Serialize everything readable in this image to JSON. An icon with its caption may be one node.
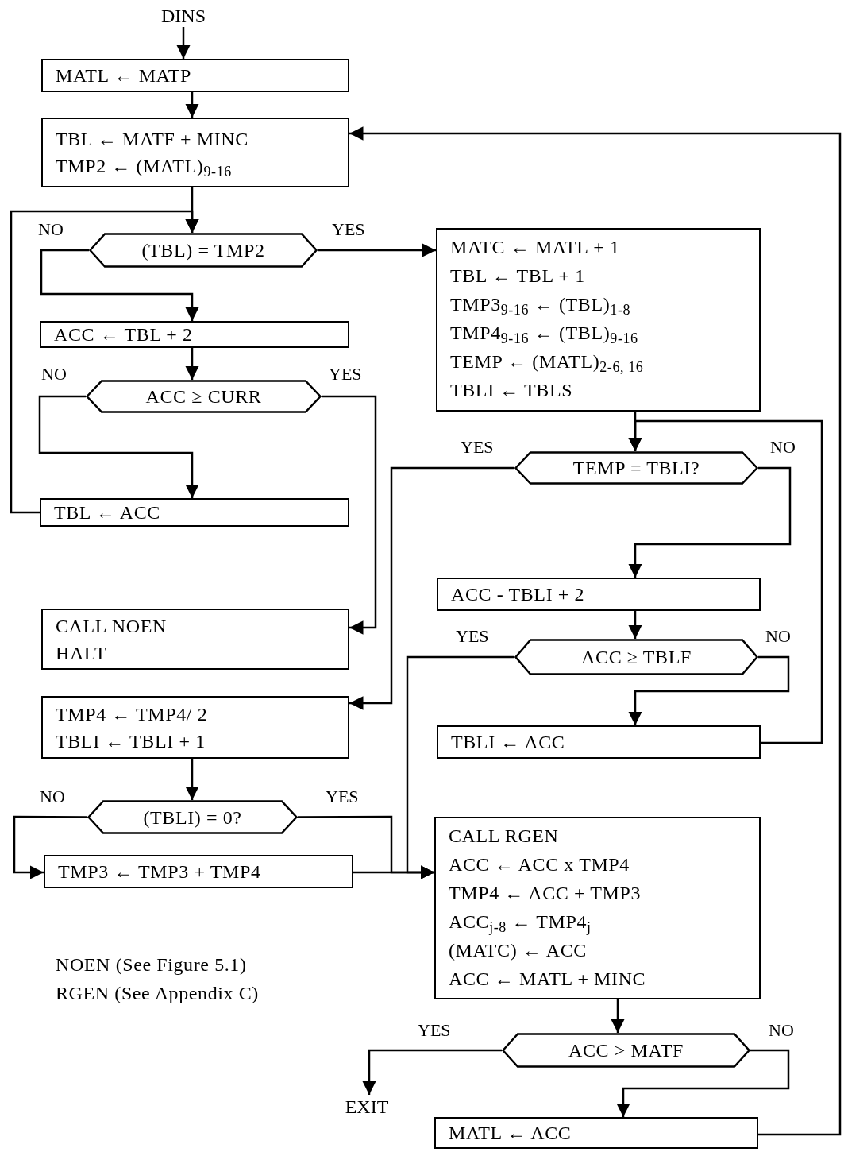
{
  "diagram": {
    "nodes": [
      {
        "text": [
          "DINS"
        ]
      },
      {
        "text": [
          "MATL ← MATP"
        ]
      },
      {
        "text": [
          "TBL ← MATF + MINC",
          "TMP2 ← (MATL)$_{9-16}$"
        ]
      },
      {
        "text": [
          "(TBL) = TMP2"
        ]
      },
      {
        "text": [
          "ACC ← TBL + 2"
        ]
      },
      {
        "text": [
          "ACC ≥ CURR"
        ]
      },
      {
        "text": [
          "TBL ← ACC"
        ]
      },
      {
        "text": [
          "CALL NOEN",
          "HALT"
        ]
      },
      {
        "text": [
          "TMP4 ← TMP4/ 2",
          "TBLI ← TBLI + 1"
        ]
      },
      {
        "text": [
          "(TBLI) = 0?"
        ]
      },
      {
        "text": [
          "TMP3 ← TMP3 + TMP4"
        ]
      },
      {
        "text": [
          "MATC ← MATL + 1",
          "TBL ← TBL + 1",
          "TMP3$_{9-16}$ ← (TBL)$_{1-8}$",
          "TMP4$_{9-16}$ ← (TBL)$_{9-16}$",
          "TEMP ← (MATL)$_{2-6, 16}$",
          "TBLI ← TBLS"
        ]
      },
      {
        "text": [
          "TEMP = TBLI?"
        ]
      },
      {
        "text": [
          "ACC - TBLI + 2"
        ]
      },
      {
        "text": [
          "ACC ≥ TBLF"
        ]
      },
      {
        "text": [
          "TBLI ← ACC"
        ]
      },
      {
        "text": [
          "CALL RGEN",
          "ACC ← ACC x TMP4",
          "TMP4 ← ACC + TMP3",
          "ACC$_{j-8}$ ← TMP4$_{j}$",
          "(MATC) ← ACC",
          "ACC ← MATL + MINC"
        ]
      },
      {
        "text": [
          "ACC > MATF"
        ]
      },
      {
        "text": [
          "EXIT"
        ]
      },
      {
        "text": [
          "MATL ← ACC"
        ]
      }
    ],
    "edges": [
      {
        "from": 0,
        "to": 1,
        "arrow": "to"
      },
      {
        "from": 1,
        "to": 2,
        "arrow": "to"
      },
      {
        "from": 2,
        "to": 3,
        "arrow": "to"
      },
      {
        "from": 3,
        "to": 4,
        "arrow": "to",
        "label": "NO"
      },
      {
        "from": 3,
        "to": 11,
        "arrow": "to",
        "label": "YES"
      },
      {
        "from": 4,
        "to": 5,
        "arrow": "to"
      },
      {
        "from": 5,
        "to": 6,
        "arrow": "to",
        "label": "NO"
      },
      {
        "from": 5,
        "to": 7,
        "arrow": "to",
        "label": "YES"
      },
      {
        "from": 6,
        "to": 3,
        "arrow": "to"
      },
      {
        "from": 11,
        "to": 12,
        "arrow": "to"
      },
      {
        "from": 12,
        "to": 8,
        "arrow": "to",
        "label": "YES"
      },
      {
        "from": 12,
        "to": 13,
        "arrow": "to",
        "label": "NO"
      },
      {
        "from": 13,
        "to": 14,
        "arrow": "to"
      },
      {
        "from": 14,
        "to": 16,
        "arrow": "to",
        "label": "YES"
      },
      {
        "from": 14,
        "to": 15,
        "arrow": "to",
        "label": "NO"
      },
      {
        "from": 15,
        "to": 12,
        "arrow": "to"
      },
      {
        "from": 8,
        "to": 9,
        "arrow": "to"
      },
      {
        "from": 9,
        "to": 10,
        "arrow": "to",
        "label": "NO"
      },
      {
        "from": 9,
        "to": 16,
        "arrow": "to",
        "label": "YES"
      },
      {
        "from": 10,
        "to": 16,
        "arrow": "to"
      },
      {
        "from": 16,
        "to": 17,
        "arrow": "to"
      },
      {
        "from": 17,
        "to": 18,
        "arrow": "to",
        "label": "YES"
      },
      {
        "from": 17,
        "to": 19,
        "arrow": "to",
        "label": "NO"
      },
      {
        "from": 19,
        "to": 2,
        "arrow": "to"
      }
    ],
    "labels": [
      "NOEN (See Figure 5.1)",
      "RGEN (See Appendix C)"
    ]
  }
}
